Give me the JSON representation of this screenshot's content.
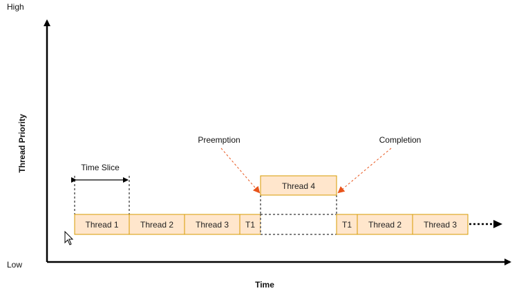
{
  "axes": {
    "y_high": "High",
    "y_low": "Low",
    "y_title": "Thread Priority",
    "x_title": "Time"
  },
  "annotations": {
    "time_slice": "Time Slice",
    "preemption": "Preemption",
    "completion": "Completion"
  },
  "timeline_low": [
    {
      "label": "Thread 1",
      "style": "filled"
    },
    {
      "label": "Thread 2",
      "style": "filled"
    },
    {
      "label": "Thread 3",
      "style": "filled"
    },
    {
      "label": "T1",
      "style": "filled"
    },
    {
      "label": "",
      "style": "empty-dashed"
    },
    {
      "label": "T1",
      "style": "filled"
    },
    {
      "label": "Thread 2",
      "style": "filled"
    },
    {
      "label": "Thread 3",
      "style": "filled"
    }
  ],
  "timeline_high": [
    {
      "label": "Thread 4",
      "style": "filled"
    }
  ],
  "colors": {
    "box_fill": "#FFE6CC",
    "box_stroke": "#D79B00",
    "arrow_red": "#E8541B",
    "axis": "#000000"
  },
  "cursor_icon": "mouse-pointer-icon"
}
